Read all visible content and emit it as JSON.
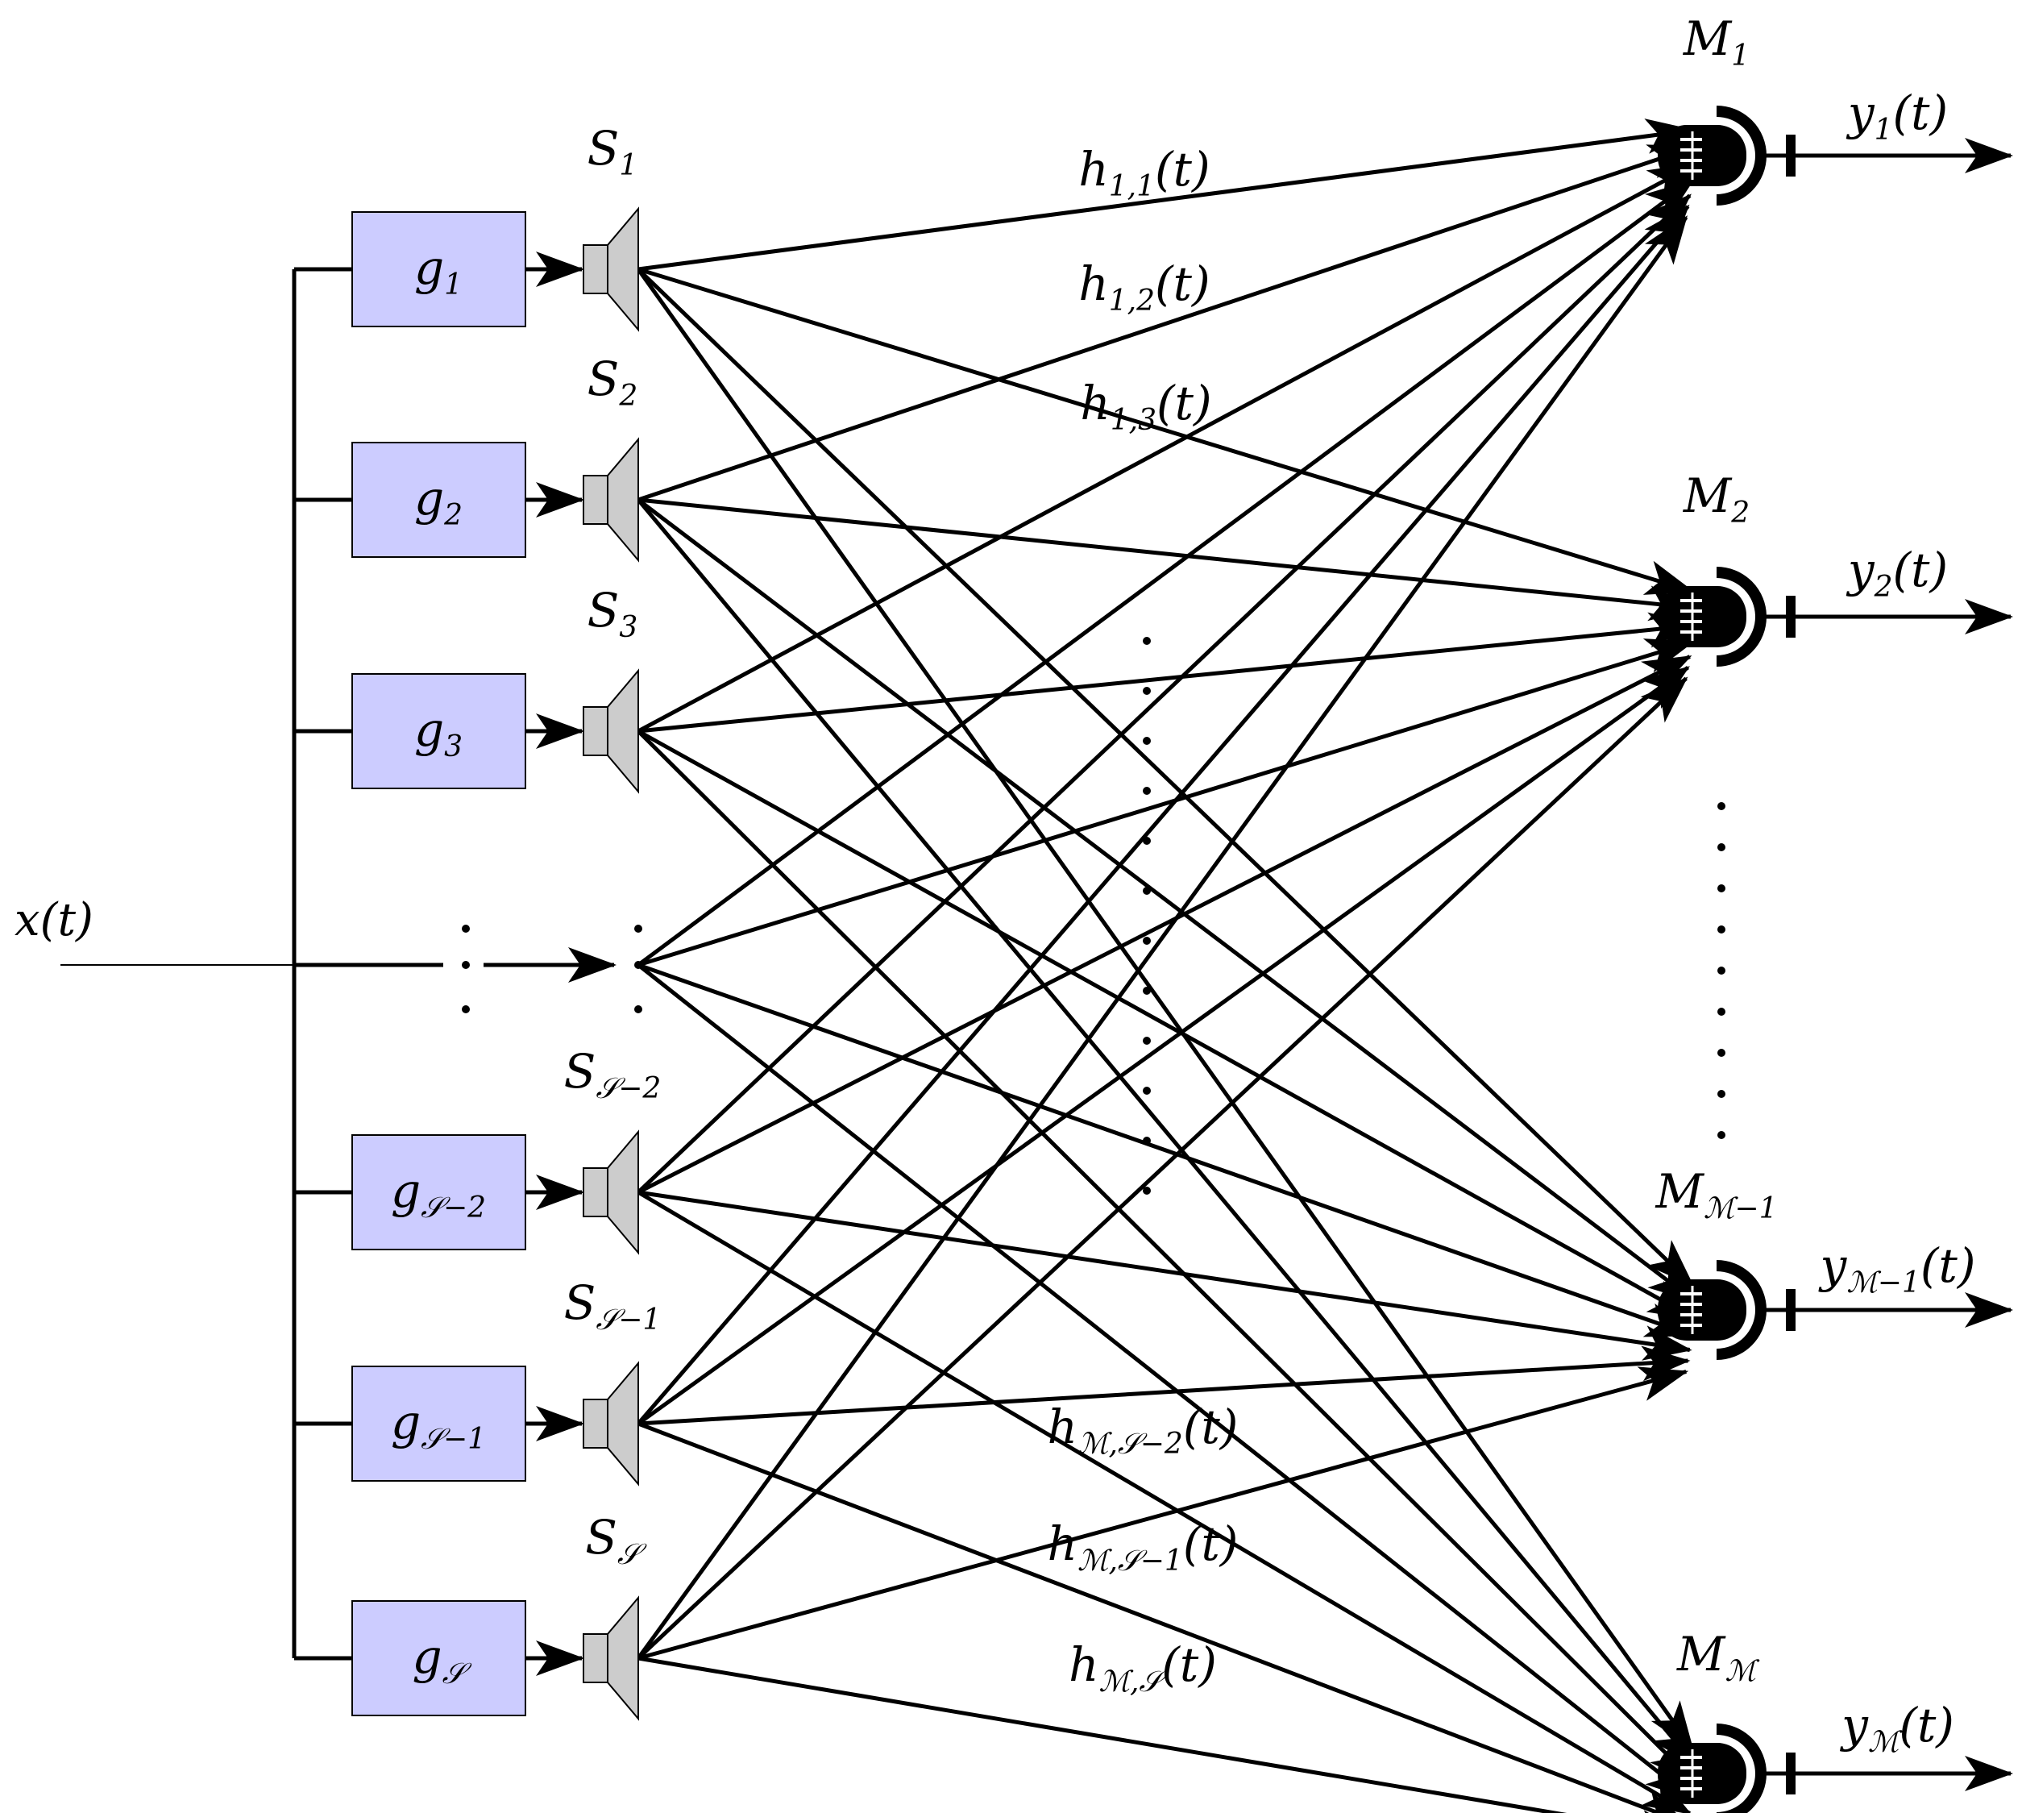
{
  "input": {
    "var": "x",
    "arg": "(t)"
  },
  "filters": [
    {
      "base": "g",
      "sub": "1"
    },
    {
      "base": "g",
      "sub": "2"
    },
    {
      "base": "g",
      "sub": "3"
    },
    {
      "base": "g",
      "sub": "𝒮−2"
    },
    {
      "base": "g",
      "sub": "𝒮−1"
    },
    {
      "base": "g",
      "sub": "𝒮"
    }
  ],
  "speakers": [
    {
      "base": "S",
      "sub": "1"
    },
    {
      "base": "S",
      "sub": "2"
    },
    {
      "base": "S",
      "sub": "3"
    },
    {
      "base": "S",
      "sub": "𝒮−2"
    },
    {
      "base": "S",
      "sub": "𝒮−1"
    },
    {
      "base": "S",
      "sub": "𝒮"
    }
  ],
  "microphones": [
    {
      "base": "M",
      "sub": "1"
    },
    {
      "base": "M",
      "sub": "2"
    },
    {
      "base": "M",
      "sub": "ℳ−1"
    },
    {
      "base": "M",
      "sub": "ℳ"
    }
  ],
  "outputs": [
    {
      "base": "y",
      "sub": "1",
      "arg": "(t)"
    },
    {
      "base": "y",
      "sub": "2",
      "arg": "(t)"
    },
    {
      "base": "y",
      "sub": "ℳ−1",
      "arg": "(t)"
    },
    {
      "base": "y",
      "sub": "ℳ",
      "arg": "(t)"
    }
  ],
  "path_labels": [
    {
      "base": "h",
      "sub": "1,1",
      "arg": "(t)"
    },
    {
      "base": "h",
      "sub": "1,2",
      "arg": "(t)"
    },
    {
      "base": "h",
      "sub": "1,3",
      "arg": "(t)"
    },
    {
      "base": "h",
      "sub": "ℳ,𝒮−2",
      "arg": "(t)"
    },
    {
      "base": "h",
      "sub": "ℳ,𝒮−1",
      "arg": "(t)"
    },
    {
      "base": "h",
      "sub": "ℳ,𝒮",
      "arg": "(t)"
    }
  ],
  "colors": {
    "filter_fill": "#ccccff",
    "speaker_fill": "#cccccc",
    "line": "#000000"
  },
  "icons": {
    "speaker": "loudspeaker-icon",
    "microphone": "microphone-icon"
  }
}
